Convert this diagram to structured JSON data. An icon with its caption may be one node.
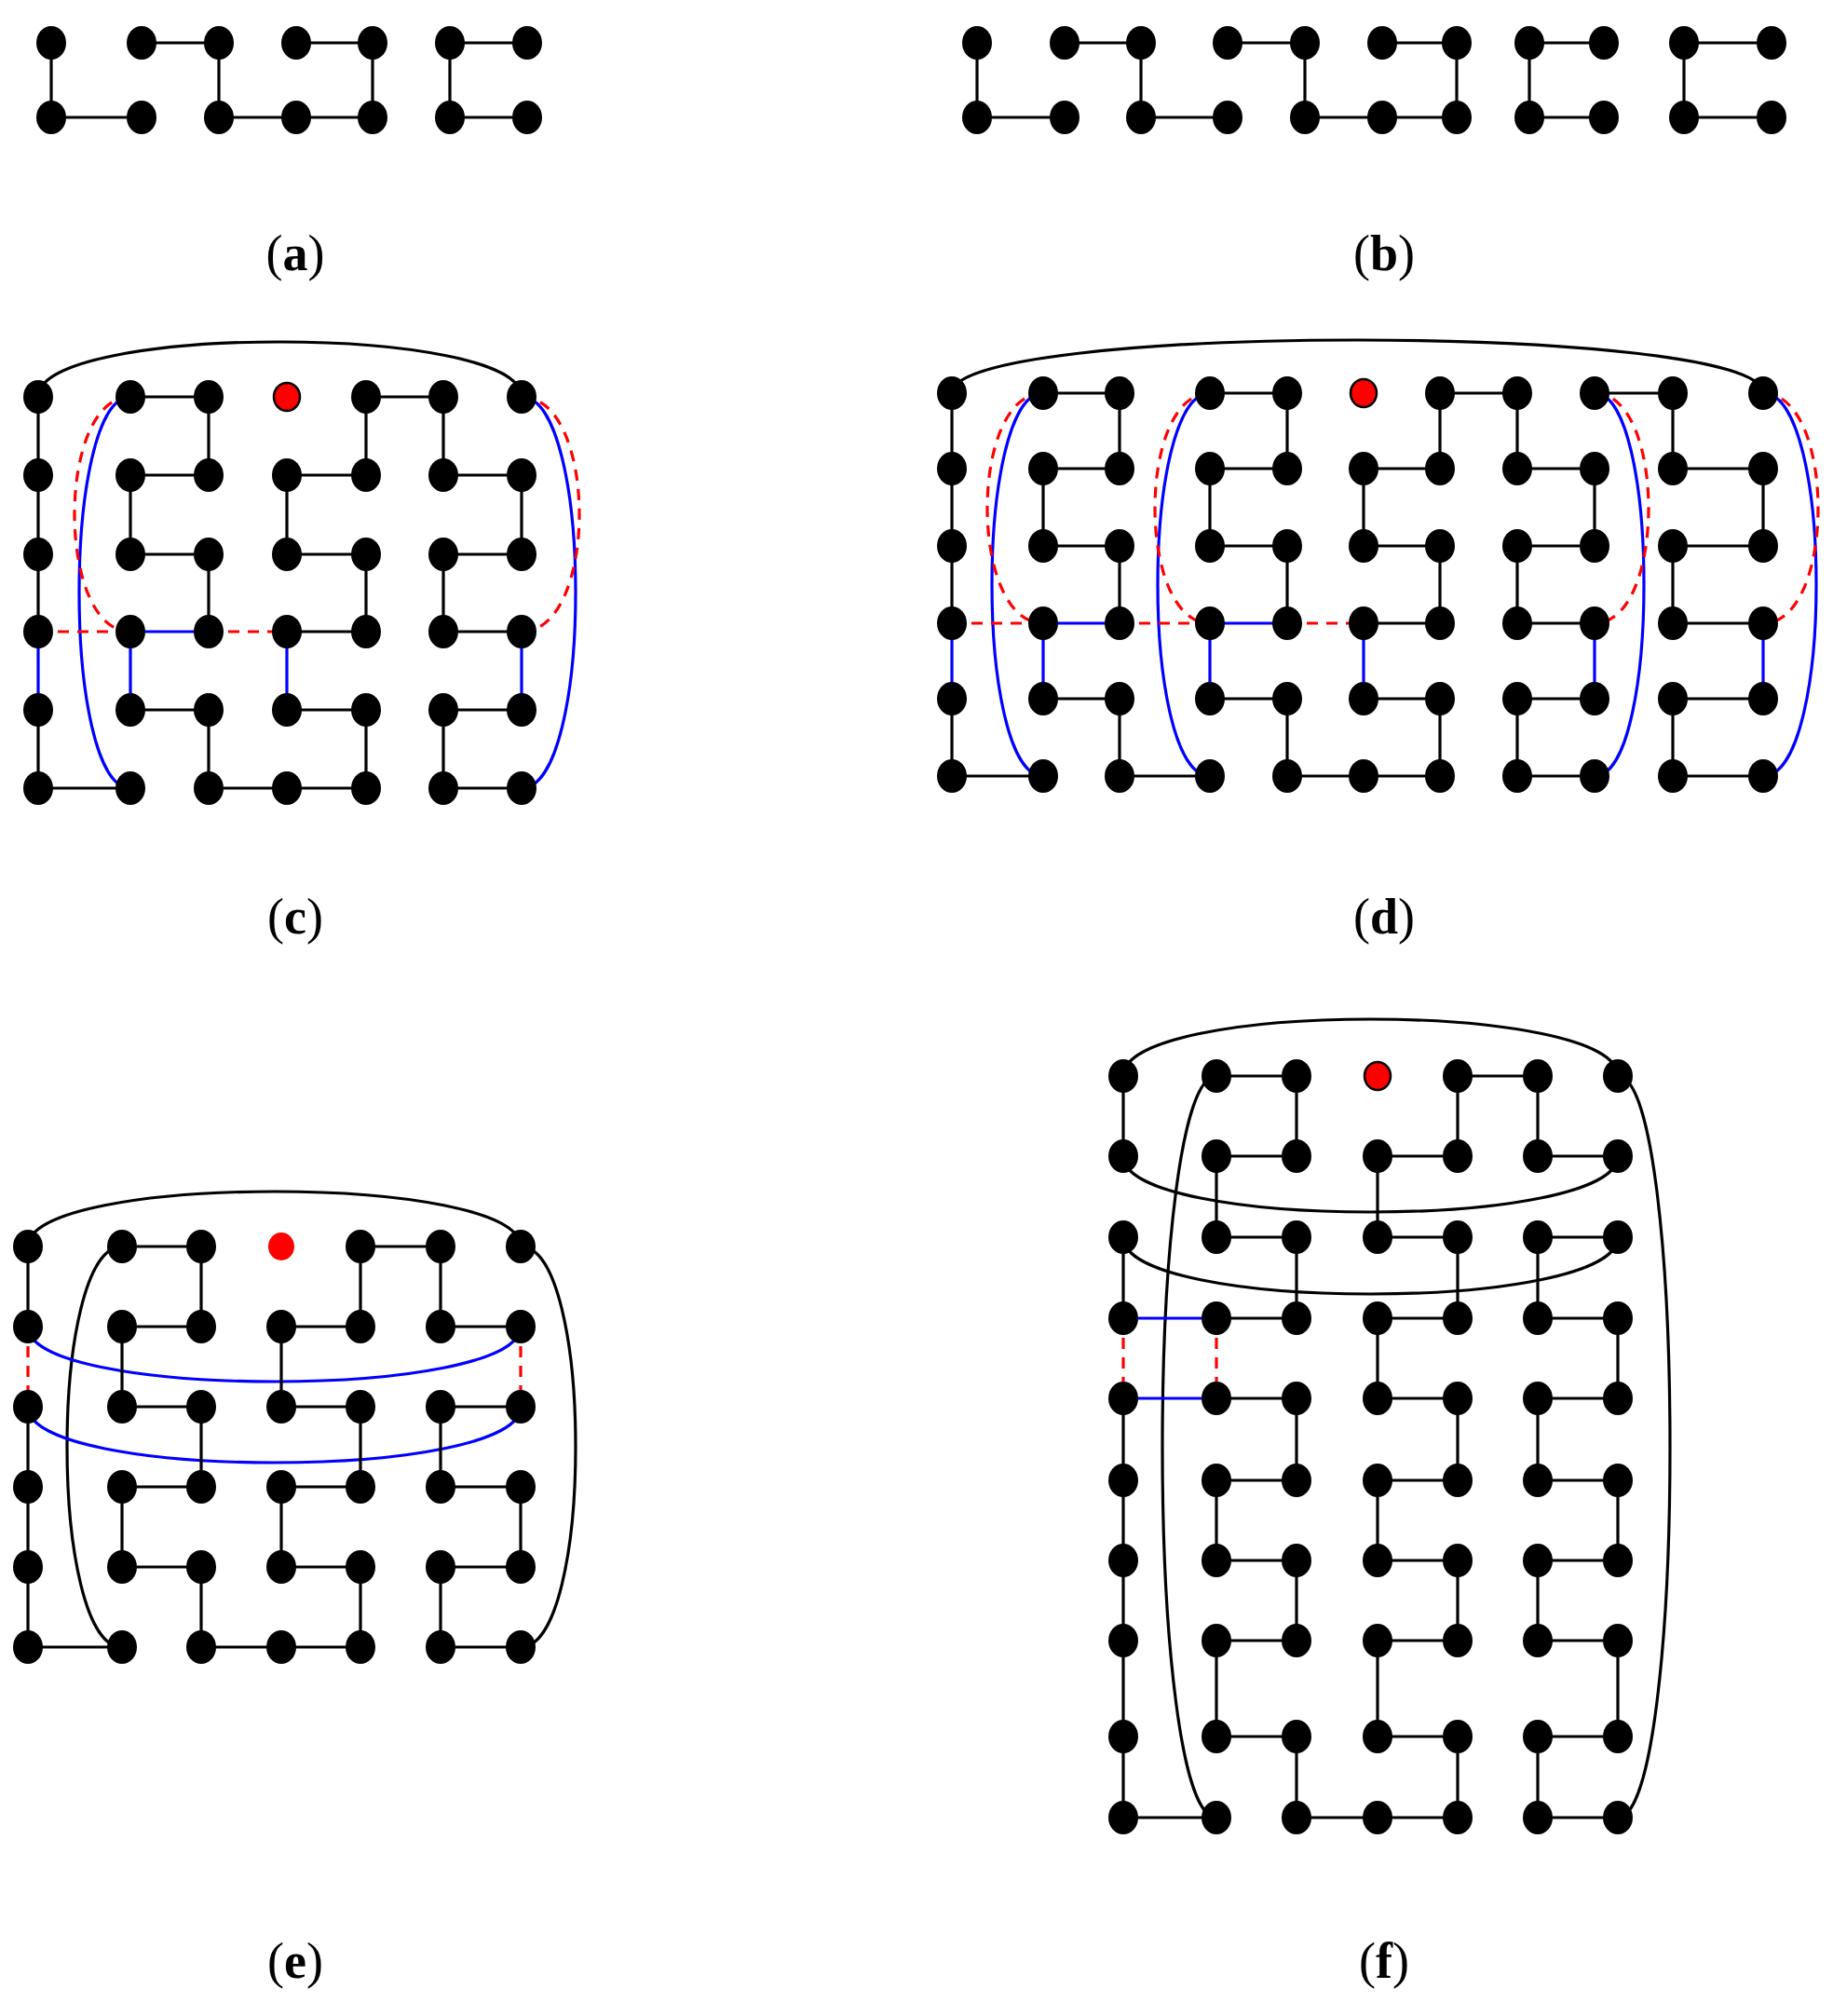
{
  "diagram": {
    "labels": [
      "(**a**)",
      "(**b**)",
      "(**c**)",
      "(**d**)",
      "(**e**)",
      "(**f**)"
    ]
  }
}
